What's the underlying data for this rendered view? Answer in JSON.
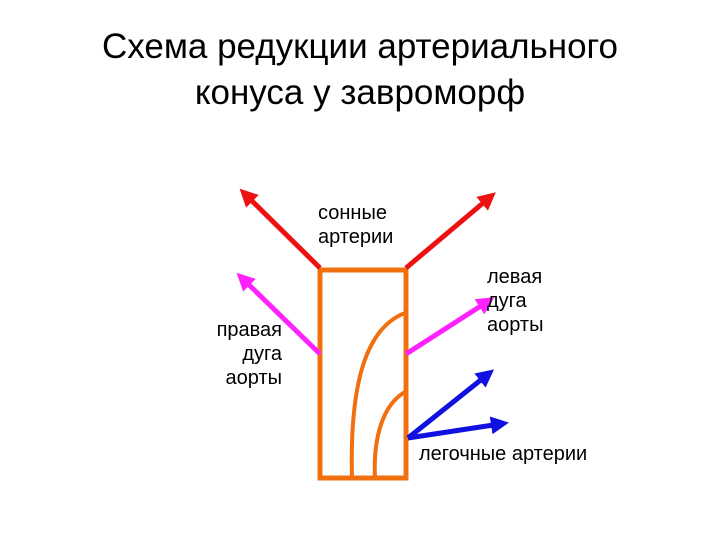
{
  "title": {
    "line1": "Схема редукции артериального",
    "line2": "конуса у завроморф"
  },
  "labels": {
    "carotid": {
      "line1": "сонные",
      "line2": "артерии"
    },
    "left_arch": {
      "line1": "левая",
      "line2": "дуга",
      "line3": "аорты"
    },
    "right_arch": {
      "line1": "правая",
      "line2": "дуга",
      "line3": "аорты"
    },
    "pulmonary": "легочные артерии"
  },
  "colors": {
    "conus": "#f07010",
    "carotid": "#ee1111",
    "aortic_arch": "#ff22ff",
    "pulmonary": "#1010e0"
  }
}
